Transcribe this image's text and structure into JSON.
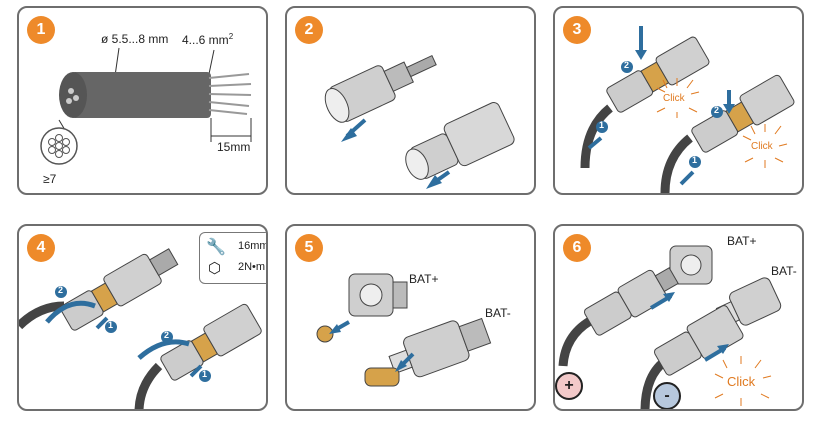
{
  "panels": [
    {
      "number": "1",
      "labels": {
        "diameter": "ø 5.5...8 mm",
        "cross_section": "4...6 mm",
        "cross_section_exp": "2",
        "strip_length": "15mm",
        "strands": "≥7"
      }
    },
    {
      "number": "2"
    },
    {
      "number": "3",
      "step_a": "1",
      "step_b": "2",
      "click": "Click"
    },
    {
      "number": "4",
      "step_a": "1",
      "step_b": "2",
      "tool": {
        "wrench_size": "16mm",
        "torque": "2N•m",
        "wrench_icon": "wrench-icon",
        "nut_icon": "hex-nut-icon"
      }
    },
    {
      "number": "5",
      "bat_plus": "BAT+",
      "bat_minus": "BAT-"
    },
    {
      "number": "6",
      "bat_plus": "BAT+",
      "bat_minus": "BAT-",
      "plus": "+",
      "minus": "-",
      "click": "Click"
    }
  ],
  "colors": {
    "accent": "#ee8a2a",
    "arrow": "#2e6e9e",
    "plus_badge": "#f2c9c9",
    "minus_badge": "#b7c8dd",
    "panel_border": "#6e6e6e"
  }
}
